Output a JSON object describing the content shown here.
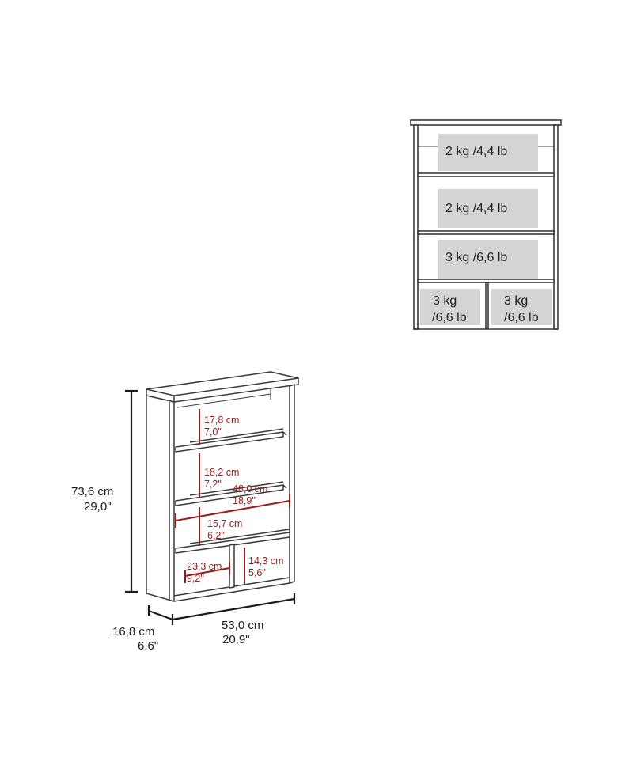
{
  "load_chart": {
    "shelf_1": "2 kg /4,4 lb",
    "shelf_2": "2 kg /4,4 lb",
    "shelf_3": "3 kg /6,6 lb",
    "bottom_left": [
      "3 kg",
      "/6,6 lb"
    ],
    "bottom_right": [
      "3 kg",
      "/6,6 lb"
    ]
  },
  "dimensions": {
    "height": [
      "73,6 cm",
      "29,0\""
    ],
    "depth": [
      "16,8 cm",
      "6,6\""
    ],
    "width": [
      "53,0 cm",
      "20,9\""
    ],
    "inner_width": [
      "48,0 cm",
      "18,9\""
    ],
    "shelf_1_height": [
      "17,8 cm",
      "7,0\""
    ],
    "shelf_2_height": [
      "18,2 cm",
      "7,2\""
    ],
    "shelf_3_height": [
      "15,7 cm",
      "6,2\""
    ],
    "cubby_width": [
      "23,3 cm",
      "9,2\""
    ],
    "cubby_height": [
      "14,3 cm",
      "5,6\""
    ]
  },
  "colors": {
    "outline": "#3a3a3a",
    "load_box": "#d4d4d4",
    "dimension_red": "#9b1b1b",
    "dimension_black": "#1a1a1a"
  }
}
